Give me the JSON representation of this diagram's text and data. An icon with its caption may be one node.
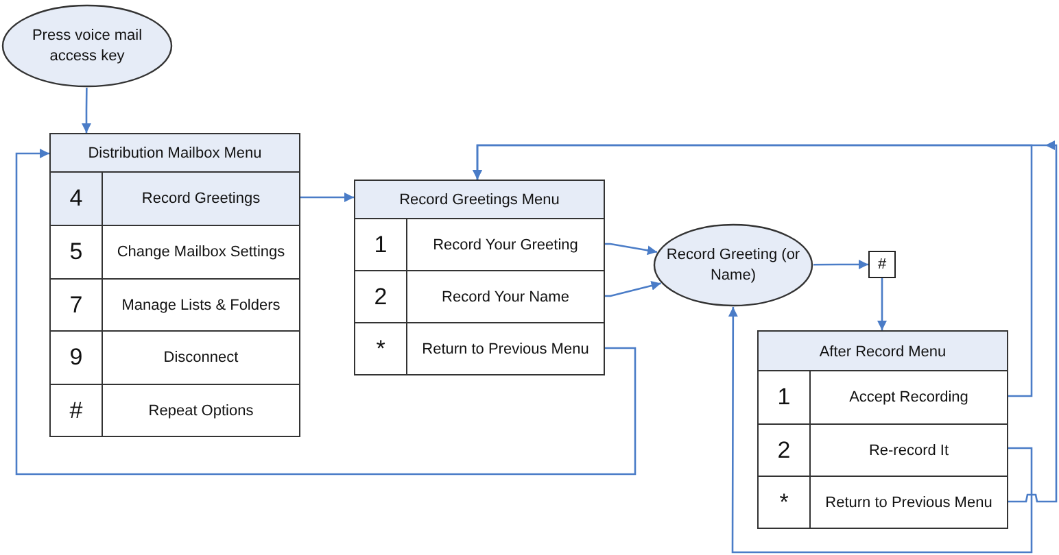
{
  "diagram": {
    "nodes": [
      {
        "text": [
          "Press voice mail access key"
        ]
      },
      {
        "text": [
          "Distribution Mailbox Menu"
        ]
      },
      {
        "text": [
          "4",
          "Record Greetings"
        ],
        "in": 1
      },
      {
        "text": [
          "5",
          "Change Mailbox Settings"
        ],
        "in": 1
      },
      {
        "text": [
          "7",
          "Manage Lists & Folders"
        ],
        "in": 1
      },
      {
        "text": [
          "9",
          "Disconnect"
        ],
        "in": 1
      },
      {
        "text": [
          "#",
          "Repeat Options"
        ],
        "in": 1
      },
      {
        "text": [
          "Record Greetings Menu"
        ]
      },
      {
        "text": [
          "1",
          "Record Your Greeting"
        ],
        "in": 7
      },
      {
        "text": [
          "2",
          "Record Your Name"
        ],
        "in": 7
      },
      {
        "text": [
          "*",
          "Return to Previous Menu"
        ],
        "in": 7
      },
      {
        "text": [
          "Record Greeting (or Name)"
        ]
      },
      {
        "text": [
          "#"
        ]
      },
      {
        "text": [
          "After Record Menu"
        ]
      },
      {
        "text": [
          "1",
          "Accept Recording"
        ],
        "in": 13
      },
      {
        "text": [
          "2",
          "Re-record It"
        ],
        "in": 13
      },
      {
        "text": [
          "*",
          "Return to Previous Menu"
        ],
        "in": 13
      }
    ],
    "edges": [
      {
        "from": 0,
        "to": 1,
        "arrow": "to"
      },
      {
        "from": 2,
        "to": 7,
        "arrow": "to"
      },
      {
        "from": 8,
        "to": 11,
        "arrow": "to"
      },
      {
        "from": 9,
        "to": 11,
        "arrow": "to"
      },
      {
        "from": 10,
        "to": 1,
        "arrow": "to"
      },
      {
        "from": 11,
        "to": 12,
        "arrow": "to"
      },
      {
        "from": 12,
        "to": 13,
        "arrow": "to"
      },
      {
        "from": 14,
        "to": 7,
        "arrow": "to"
      },
      {
        "from": 16,
        "to": 7,
        "arrow": "to"
      },
      {
        "from": 15,
        "to": 11,
        "arrow": "to"
      }
    ]
  }
}
